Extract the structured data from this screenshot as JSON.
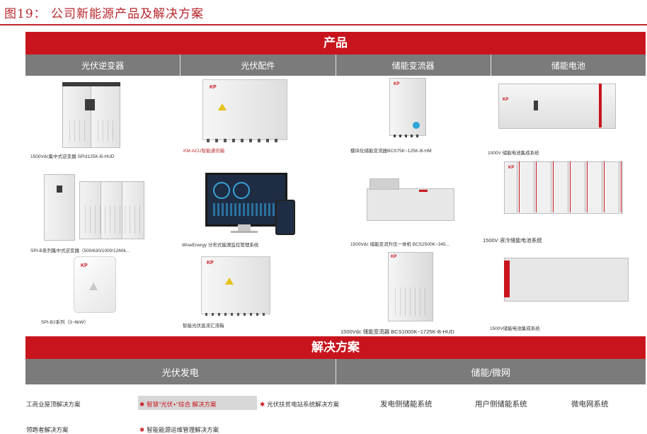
{
  "figure": {
    "title": "图19：  公司新能源产品及解决方案"
  },
  "products_banner": "产品",
  "product_categories": [
    "光伏逆变器",
    "光伏配件",
    "储能变流器",
    "储能电池"
  ],
  "products": {
    "inverters": [
      "1500Vdc集中式逆变器 SPI3125K-B-HUD",
      "SPI-B系列集中式逆变器（500/630/1000/1260k...",
      "SPI-B2系列（3~6kW）"
    ],
    "accessories": [
      "KM-ACU智能通讯箱",
      "WiseEnergy 分布式能源监控管理系统",
      "智能光伏直流汇流箱"
    ],
    "pcs": [
      "模块化储能变流器BCS75K~125K-B-HM",
      "1500Vdc 储能变流升压一体机 BCS2500K~345...",
      "1500Vdc 储能变流器 BCS1000K~1725K-B-HUD"
    ],
    "batteries": [
      "1000V 储能电池集成系统",
      "1500V 液冷储能电池系统",
      "1500V储能电池集成系统"
    ]
  },
  "solutions_banner": "解决方案",
  "solution_categories": [
    "光伏发电",
    "储能/微网"
  ],
  "pv_solutions": {
    "row1": [
      "工商业屋顶解决方案",
      "智慧\"光伏+\"综合 解决方案",
      "光伏扶贫电站系统解决方案"
    ],
    "row2": [
      "领跑者解决方案",
      "智能能源运维管理解决方案"
    ]
  },
  "storage_solutions": [
    "发电侧储能系统",
    "用户侧储能系统",
    "微电网系统"
  ],
  "brand_mark": "KP",
  "colors": {
    "accent": "#c8151d",
    "category_bar": "#7b7b7b"
  }
}
